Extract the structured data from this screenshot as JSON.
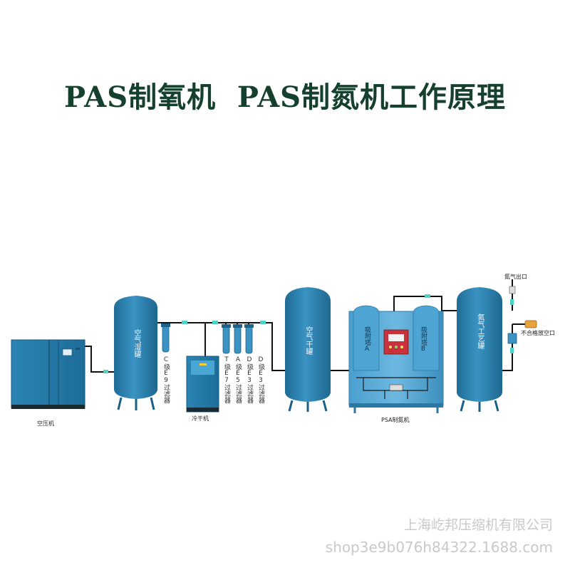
{
  "title": "PAS制氧机  PAS制氮机工作原理",
  "labels": {
    "compressor": "空压机",
    "air_tank": "空气湿罐",
    "c_filter": "C级E9过滤器",
    "dryer": "冷干机",
    "filter_t": "T级E7过滤器",
    "filter_a": "A级E5过滤器",
    "filter_d1": "D级E3过滤器",
    "filter_d2": "D级E3过滤器",
    "dry_tank": "空气干罐",
    "tower_a": "吸附塔A",
    "tower_b": "吸附塔B",
    "psa": "PSA制氮机",
    "nitrogen_tank": "氮气工艺罐",
    "nitrogen_out": "氮气出口",
    "vent": "不合格放空口"
  },
  "watermark": {
    "company": "上海屹邦压缩机有限公司",
    "url": "shop3e9b076h84322.1688.com"
  },
  "colors": {
    "title": "#15402e",
    "equipment": "#2f86b6",
    "pipe": "#111111",
    "flow_marker": "#4fd3c7"
  }
}
